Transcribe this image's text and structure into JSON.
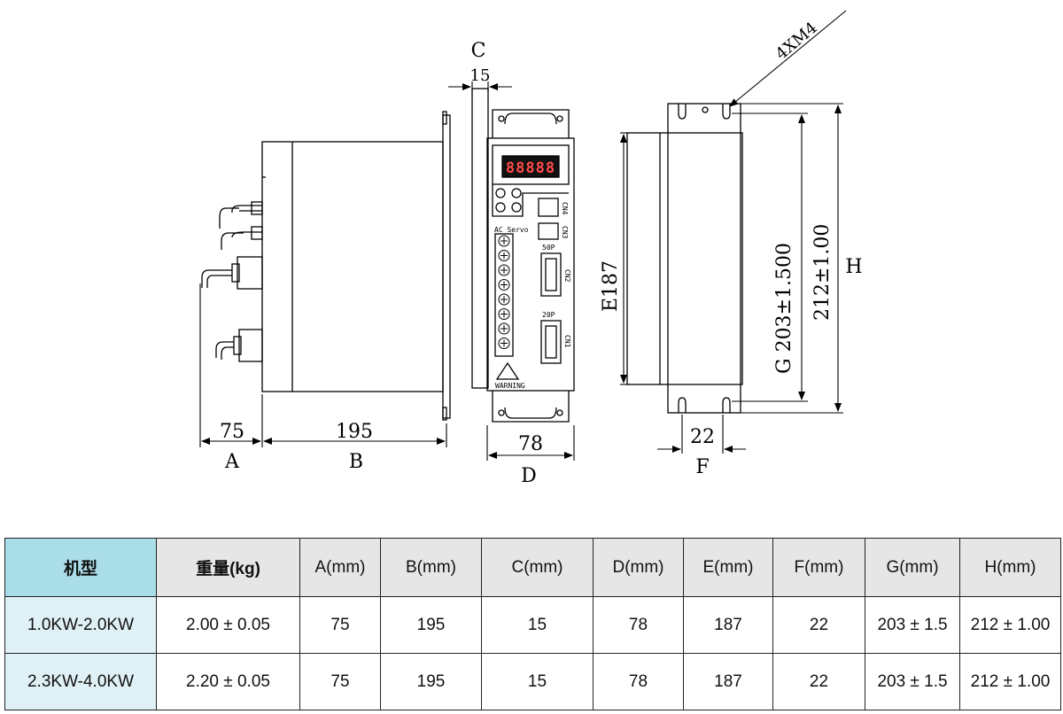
{
  "drawing": {
    "side_view": {
      "dim_a_value": "75",
      "dim_a_letter": "A",
      "dim_b_value": "195",
      "dim_b_letter": "B",
      "dim_c_letter": "C",
      "dim_c_value": "15"
    },
    "front_view": {
      "display_text": "88888",
      "panel_label": "AC Servo",
      "connectors": [
        "CN4",
        "CN3",
        "CN2",
        "CN1"
      ],
      "pin_labels": [
        "50P",
        "20P"
      ],
      "warning_text": "WARNING",
      "dim_d_value": "78",
      "dim_d_letter": "D"
    },
    "mount_view": {
      "screw_label": "4XM4",
      "dim_e": "E187",
      "dim_g": "G 203±1.500",
      "dim_h_value": "212±1.00",
      "dim_h_letter": "H",
      "dim_f_value": "22",
      "dim_f_letter": "F"
    }
  },
  "table": {
    "headers": [
      "机型",
      "重量(kg)",
      "A(mm)",
      "B(mm)",
      "C(mm)",
      "D(mm)",
      "E(mm)",
      "F(mm)",
      "G(mm)",
      "H(mm)"
    ],
    "rows": [
      [
        "1.0KW-2.0KW",
        "2.00 ± 0.05",
        "75",
        "195",
        "15",
        "78",
        "187",
        "22",
        "203 ± 1.5",
        "212 ± 1.00"
      ],
      [
        "2.3KW-4.0KW",
        "2.20 ± 0.05",
        "75",
        "195",
        "15",
        "78",
        "187",
        "22",
        "203 ± 1.5",
        "212 ± 1.00"
      ]
    ],
    "colors": {
      "header_first": "#a9dde8",
      "header_other": "#e6e6e6",
      "row_first": "#dff1f6",
      "lcd_digits": "#ff4a4a"
    }
  }
}
